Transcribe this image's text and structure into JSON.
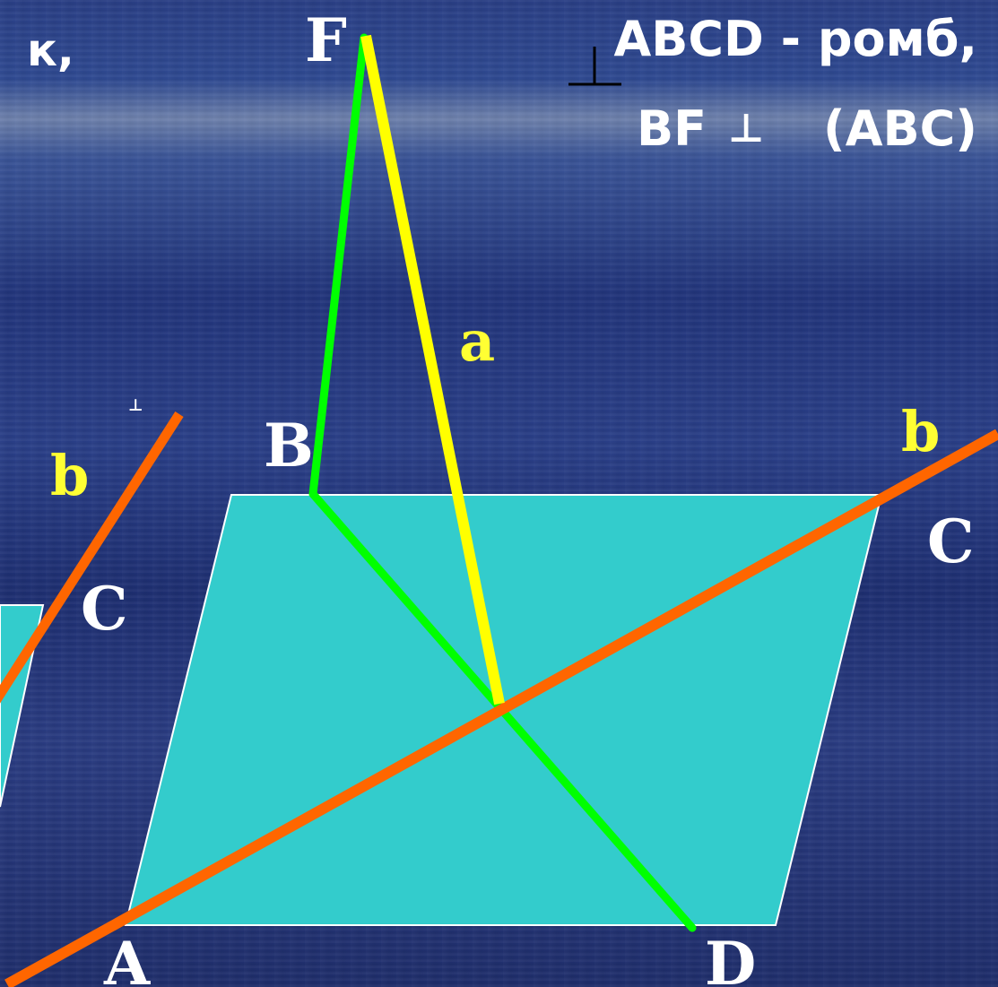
{
  "header": {
    "left_fragment": "к,",
    "line1": "ABCD - ромб,",
    "line2_prefix": "BF",
    "line2_suffix": "(ABC)",
    "perp_symbol": "⊥"
  },
  "labels": {
    "F": "F",
    "a": "a",
    "B": "B",
    "b_right": "b",
    "C_right": "C",
    "A": "A",
    "D": "D",
    "b_left": "b",
    "C_left": "C",
    "small_perp": "⊥"
  },
  "colors": {
    "plane_fill": "#33cccc",
    "plane_stroke": "#ffffff",
    "yellow": "#ffff00",
    "green": "#00ff00",
    "orange": "#ff6600",
    "label_white": "#ffffff",
    "label_yellow": "#ffff33"
  }
}
